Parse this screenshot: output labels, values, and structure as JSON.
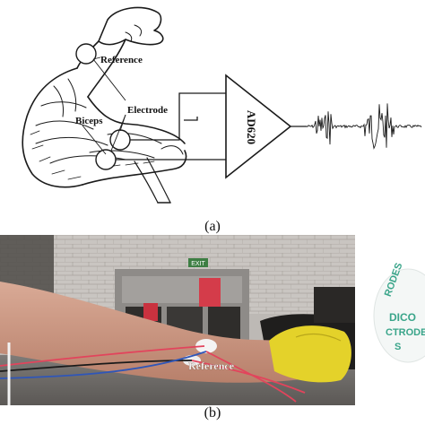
{
  "panel_a": {
    "caption": "(a)",
    "labels": {
      "reference": "Reference",
      "electrode": "Electrode",
      "biceps": "Biceps",
      "amplifier": "AD620"
    }
  },
  "panel_b": {
    "caption": "(b)",
    "labels": {
      "reference": "Reference",
      "exit_sign": "EXIT",
      "package_text": [
        "RODES",
        "DICO",
        "CTRODES",
        "S"
      ]
    }
  },
  "colors": {
    "line": "#1a1a1a",
    "cable_red": "#e2445c",
    "cable_blue": "#2f56b8",
    "toy_yellow": "#e7d52b",
    "electrode_print": "#3aa58a",
    "brick": "#c8c4c0"
  }
}
